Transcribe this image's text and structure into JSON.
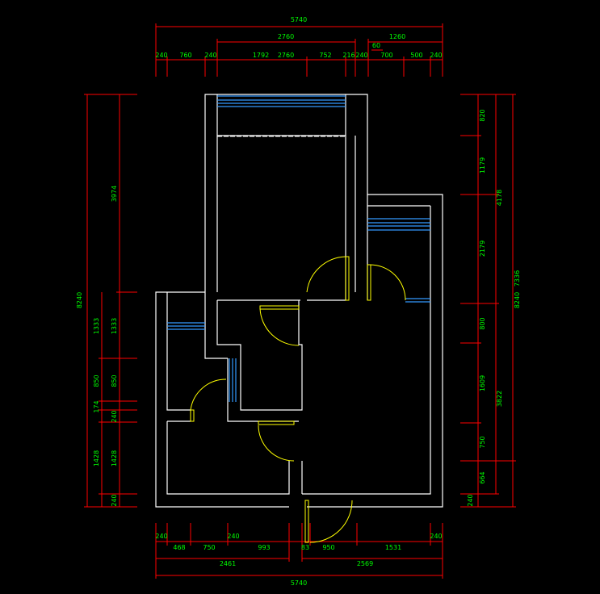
{
  "colors": {
    "background": "#000000",
    "walls": "#ffffff",
    "dimensions": "#ff0000",
    "dimension_text": "#00ff00",
    "doors": "#ffff00",
    "windows": "#3399ff"
  },
  "dims": {
    "top_total": "5740",
    "top_group_left": "2760",
    "top_group_right": "1260",
    "top_small": "60",
    "top_row": [
      "240",
      "760",
      "240",
      "1792",
      "2760",
      "752",
      "216",
      "240",
      "700",
      "500",
      "240"
    ],
    "bottom_total": "5740",
    "bottom_group_left": "2461",
    "bottom_group_right": "2569",
    "bottom_row_a": [
      "240",
      "240",
      "240"
    ],
    "bottom_row_b": [
      "468",
      "750",
      "993",
      "83",
      "950",
      "1531"
    ],
    "left_total": "8240",
    "left_upper": "3974",
    "left_col": [
      "1333",
      "850",
      "174",
      "240",
      "1428",
      "240"
    ],
    "left_col_outer": [
      "1333",
      "850",
      "1428"
    ],
    "right_col": [
      "820",
      "1179",
      "2179",
      "800",
      "1609",
      "750",
      "664",
      "240"
    ],
    "right_sub": [
      "4178",
      "3822"
    ],
    "right_total_a": "7336",
    "right_total_b": "8240"
  }
}
